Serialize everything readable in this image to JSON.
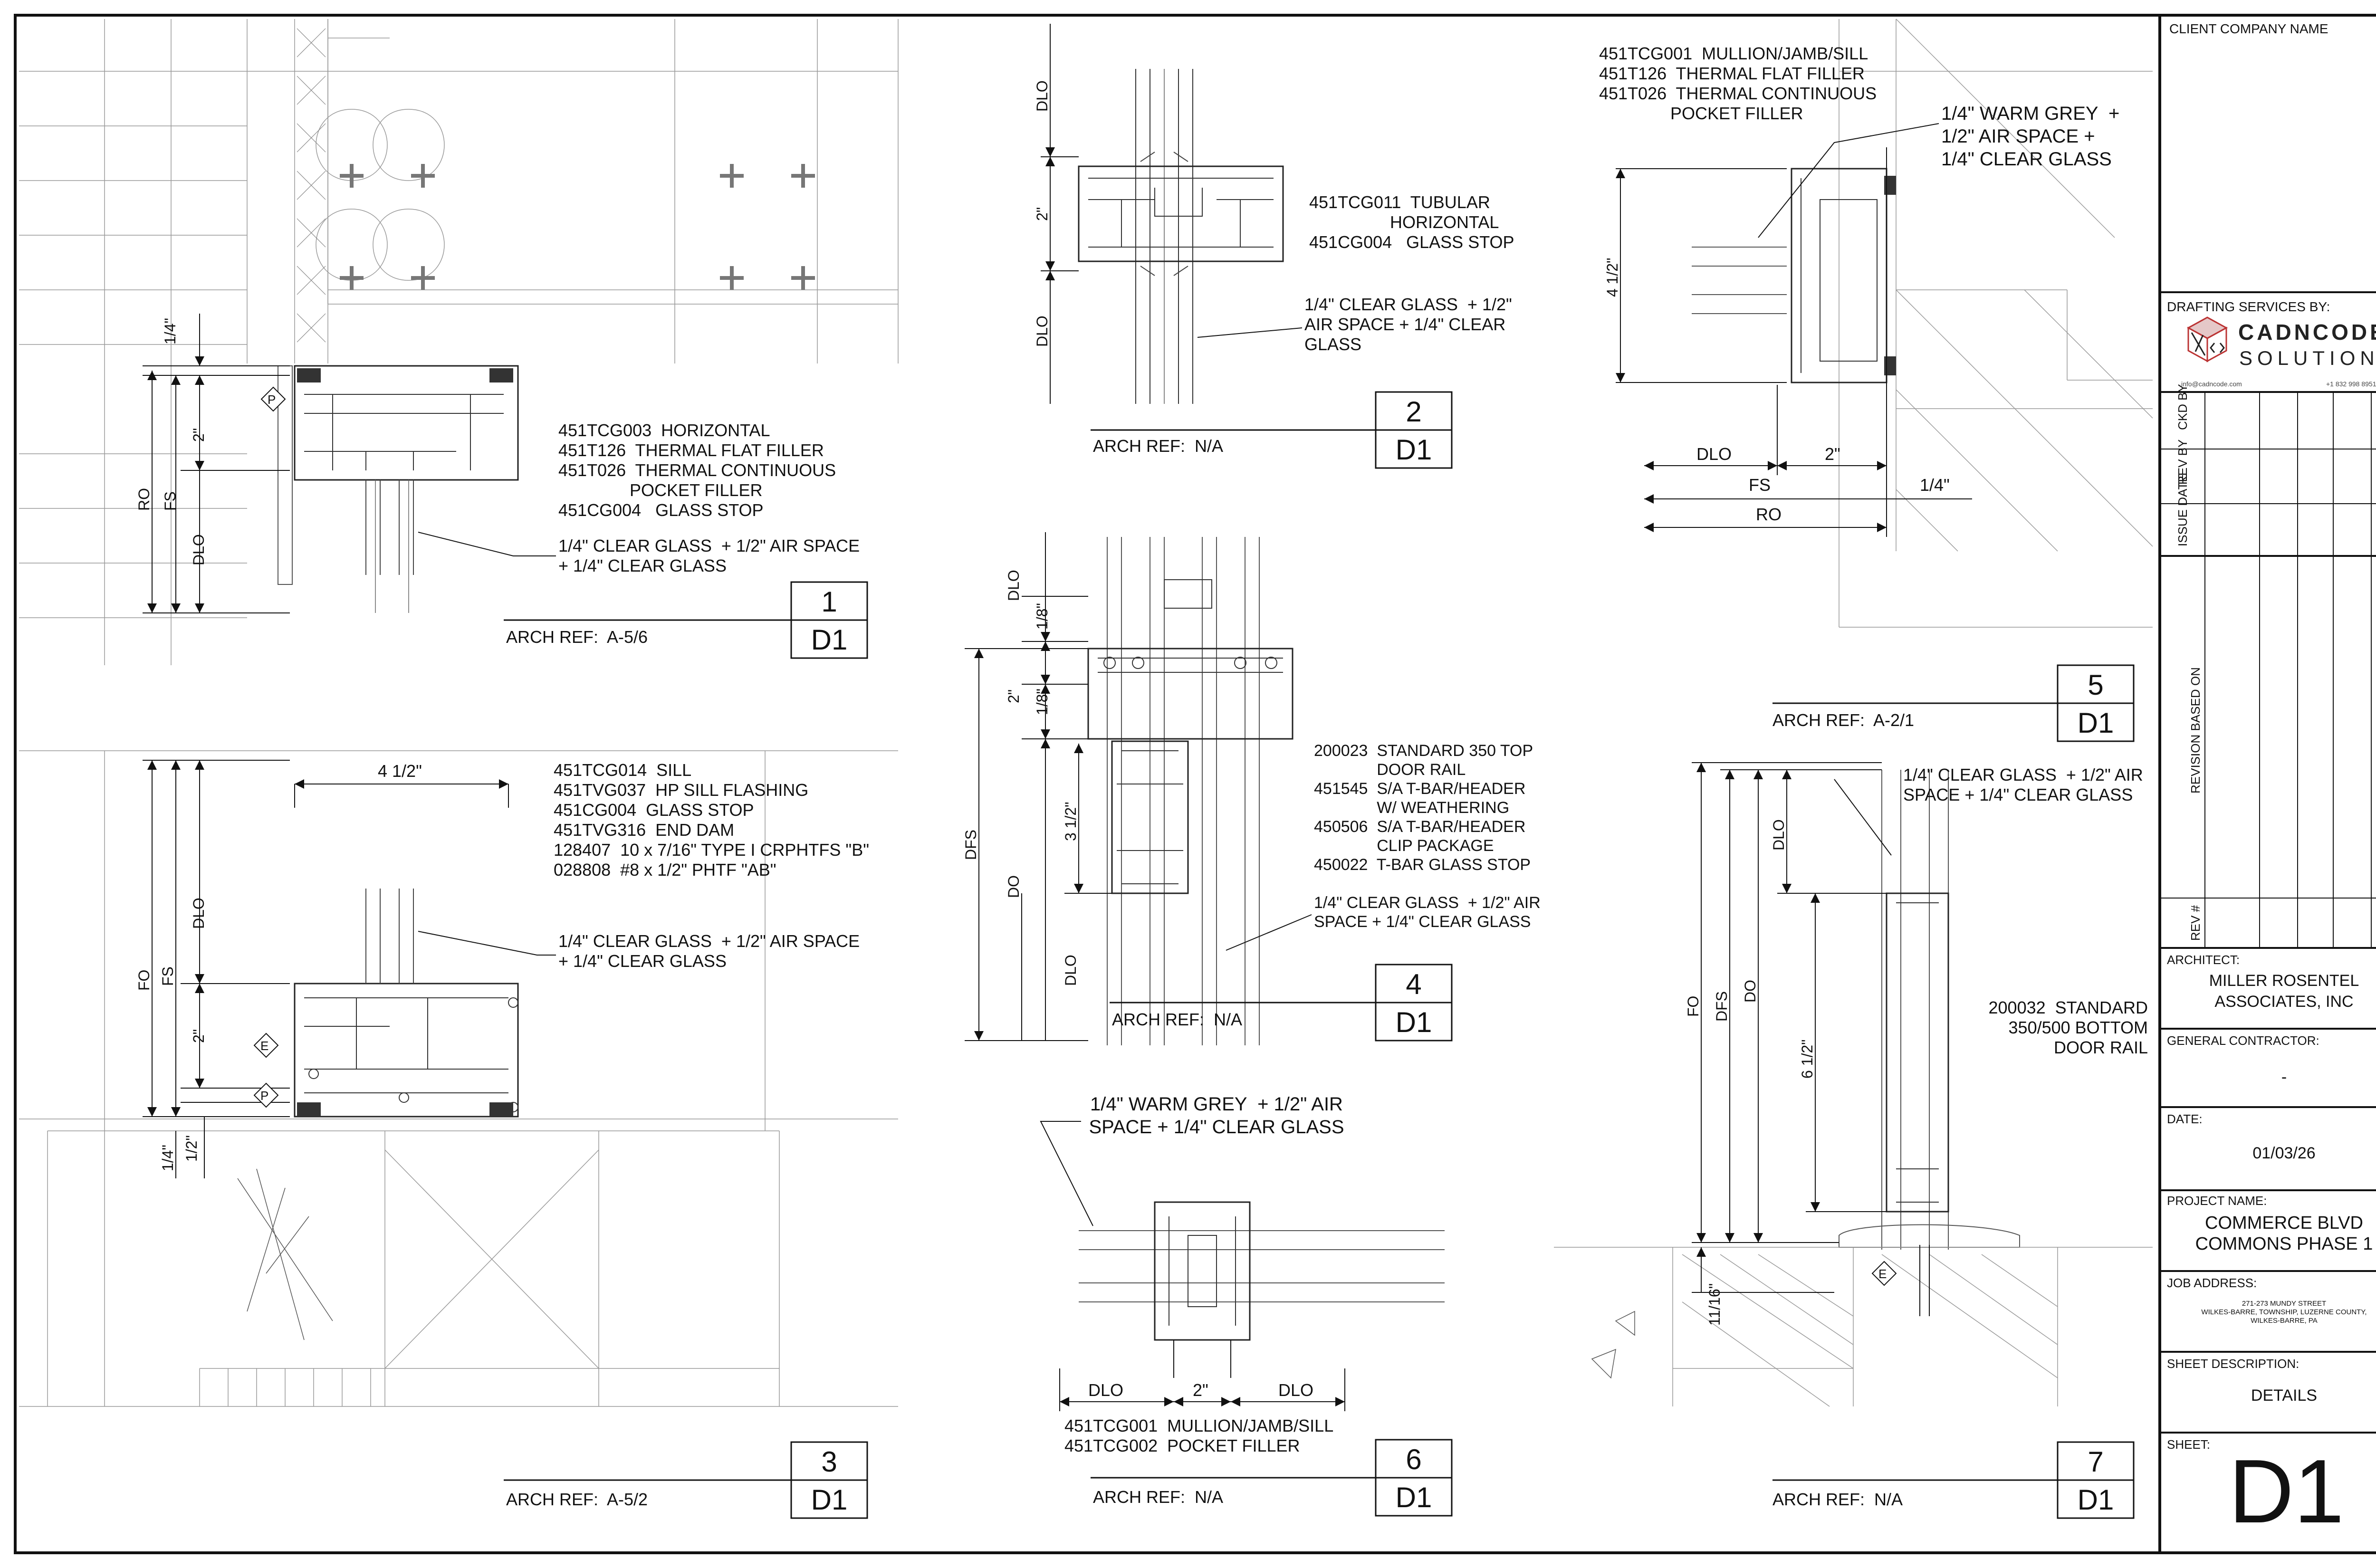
{
  "title_block": {
    "client_company_label": "CLIENT COMPANY NAME",
    "drafting_label": "DRAFTING SERVICES BY:",
    "logo_word": "CADNCODE",
    "logo_sub": "SOLUTIONS",
    "logo_email": "info@cadncode.com",
    "logo_phone": "+1 832 998 8951",
    "rev_columns": [
      "CKD BY",
      "REV BY",
      "ISSUE DATE",
      "REVISION BASED ON",
      "REV #"
    ],
    "architect_label": "ARCHITECT:",
    "architect_value": "MILLER ROSENTEL\nASSOCIATES, INC",
    "gc_label": "GENERAL CONTRACTOR:",
    "gc_value": "-",
    "date_label": "DATE:",
    "date_value": "01/03/26",
    "project_label": "PROJECT NAME:",
    "project_value": "COMMERCE BLVD\nCOMMONS PHASE 1",
    "job_label": "JOB ADDRESS:",
    "job_value": "271-273 MUNDY STREET\nWILKES-BARRE, TOWNSHIP, LUZERNE COUNTY,\nWILKES-BARRE, PA",
    "sheet_desc_label": "SHEET DESCRIPTION:",
    "sheet_desc_value": "DETAILS",
    "sheet_label": "SHEET:",
    "sheet_value": "D1"
  },
  "details": [
    {
      "number": "1",
      "sheet": "D1",
      "arch_ref": "ARCH REF:  A-5/6",
      "notes": "451TCG003  HORIZONTAL\n451T126  THERMAL FLAT FILLER\n451T026  THERMAL CONTINUOUS\n               POCKET FILLER\n451CG004   GLASS STOP",
      "glass": "1/4\" CLEAR GLASS  + 1/2\" AIR SPACE\n+ 1/4\" CLEAR GLASS",
      "dims": [
        "1/4\"",
        "2\"",
        "RO",
        "FS",
        "DLO"
      ],
      "tags": [
        "P"
      ]
    },
    {
      "number": "2",
      "sheet": "D1",
      "arch_ref": "ARCH REF:  N/A",
      "notes": "451TCG011  TUBULAR\n                 HORIZONTAL\n451CG004   GLASS STOP",
      "glass": "1/4\" CLEAR GLASS  + 1/2\"\nAIR SPACE + 1/4\" CLEAR\nGLASS",
      "dims": [
        "DLO",
        "2\"",
        "DLO"
      ]
    },
    {
      "number": "3",
      "sheet": "D1",
      "arch_ref": "ARCH REF:  A-5/2",
      "notes": "451TCG014  SILL\n451TVG037  HP SILL FLASHING\n451CG004  GLASS STOP\n451TVG316  END DAM\n128407  10 x 7/16\" TYPE I CRPHTFS \"B\"\n028808  #8 x 1/2\" PHTF \"AB\"",
      "glass": "1/4\" CLEAR GLASS  + 1/2\" AIR SPACE\n+ 1/4\" CLEAR GLASS",
      "dims": [
        "4 1/2\"",
        "FO",
        "FS",
        "DLO",
        "2\"",
        "1/4\"",
        "1/2\""
      ],
      "tags": [
        "E",
        "P"
      ]
    },
    {
      "number": "4",
      "sheet": "D1",
      "arch_ref": "ARCH REF:  N/A",
      "notes": "200023  STANDARD 350 TOP\n              DOOR RAIL\n451545  S/A T-BAR/HEADER\n              W/ WEATHERING\n450506  S/A T-BAR/HEADER\n              CLIP PACKAGE\n450022  T-BAR GLASS STOP",
      "glass": "1/4\" CLEAR GLASS  + 1/2\" AIR\nSPACE + 1/4\" CLEAR GLASS",
      "dims": [
        "DLO",
        "1/8\"",
        "2\"",
        "1/8\"",
        "DFS",
        "3 1/2\"",
        "DO",
        "DLO"
      ]
    },
    {
      "number": "5",
      "sheet": "D1",
      "arch_ref": "ARCH REF:  A-2/1",
      "notes": "451TCG001  MULLION/JAMB/SILL\n451T126  THERMAL FLAT FILLER\n451T026  THERMAL CONTINUOUS\n               POCKET FILLER",
      "glass": "1/4\" WARM GREY  +\n1/2\" AIR SPACE +\n1/4\" CLEAR GLASS",
      "dims": [
        "4 1/2\"",
        "DLO",
        "2\"",
        "FS",
        "1/4\"",
        "RO"
      ]
    },
    {
      "number": "6",
      "sheet": "D1",
      "arch_ref": "ARCH REF:  N/A",
      "notes": "451TCG001  MULLION/JAMB/SILL\n451TCG002  POCKET FILLER",
      "glass": "1/4\" WARM GREY  + 1/2\" AIR\nSPACE + 1/4\" CLEAR GLASS",
      "dims": [
        "DLO",
        "2\"",
        "DLO"
      ]
    },
    {
      "number": "7",
      "sheet": "D1",
      "arch_ref": "ARCH REF:  N/A",
      "notes": "200032  STANDARD\n350/500 BOTTOM\nDOOR RAIL",
      "glass": "1/4\" CLEAR GLASS  + 1/2\" AIR\nSPACE + 1/4\" CLEAR GLASS",
      "dims": [
        "FO",
        "DFS",
        "DO",
        "DLO",
        "6 1/2\"",
        "11/16\""
      ],
      "tags": [
        "E"
      ]
    }
  ]
}
